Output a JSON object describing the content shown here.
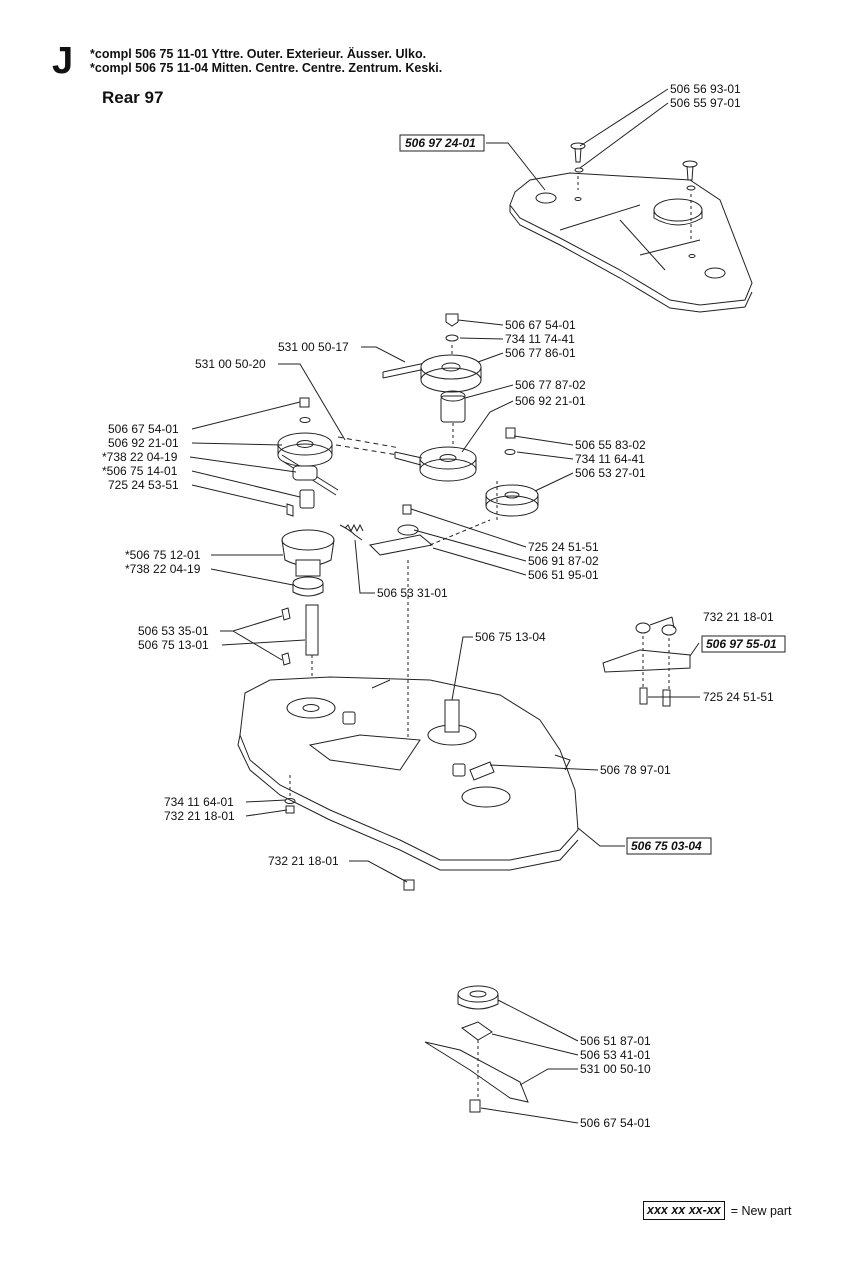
{
  "header": {
    "section_letter": "J",
    "line1": "*compl 506 75 11-01 Yttre. Outer. Exterieur. Äusser. Ulko.",
    "line2": "*compl 506 75 11-04 Mitten. Centre. Centre. Zentrum. Keski.",
    "title": "Rear 97"
  },
  "labels": {
    "l01": "506 56 93-01",
    "l02": "506 55 97-01",
    "l03": "506 97 24-01",
    "l04": "506 67 54-01",
    "l05": "734 11 74-41",
    "l06": "506 77 86-01",
    "l07": "531 00 50-17",
    "l08": "531 00 50-20",
    "l09": "506 77 87-02",
    "l10": "506 92 21-01",
    "l11": "506 67 54-01",
    "l12": "506 92 21-01",
    "l13": "*738 22 04-19",
    "l14": "*506 75 14-01",
    "l15": "725 24 53-51",
    "l16": "506 55 83-02",
    "l17": "734 11 64-41",
    "l18": "506 53 27-01",
    "l19": "725 24 51-51",
    "l20": "506 91 87-02",
    "l21": "506 51 95-01",
    "l22": "*506 75 12-01",
    "l23": "*738 22 04-19",
    "l24": "506 53 31-01",
    "l25": "506 53 35-01",
    "l26": "506 75 13-01",
    "l27": "506 75 13-04",
    "l28": "732 21 18-01",
    "l29": "506 97 55-01",
    "l30": "725 24 51-51",
    "l31": "506 78 97-01",
    "l32": "734 11 64-01",
    "l33": "732 21 18-01",
    "l34": "506 75 03-04",
    "l35": "732 21 18-01",
    "l36": "506 51 87-01",
    "l37": "506 53 41-01",
    "l38": "531 00 50-10",
    "l39": "506 67 54-01"
  },
  "legend": {
    "key": "xxx xx xx-xx",
    "text": "= New part"
  }
}
